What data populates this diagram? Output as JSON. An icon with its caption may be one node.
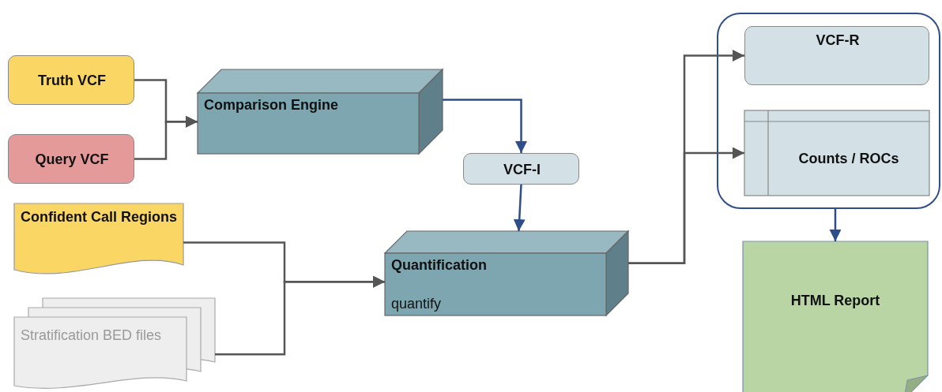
{
  "diagram": {
    "nodes": [
      {
        "text": [
          "Truth VCF"
        ]
      },
      {
        "text": [
          "Query VCF"
        ]
      },
      {
        "text": [
          "Comparison Engine"
        ]
      },
      {
        "text": [
          "VCF-I"
        ]
      },
      {
        "text": [
          "Confident Call Regions"
        ]
      },
      {
        "text": [
          "Stratification BED files"
        ]
      },
      {
        "text": [
          "Quantification",
          "quantify"
        ]
      },
      {
        "text": [],
        "shape": "box"
      },
      {
        "text": [
          "VCF-R"
        ],
        "in": 7
      },
      {
        "text": [
          "Counts / ROCs"
        ],
        "in": 7
      },
      {
        "text": [
          "HTML Report"
        ]
      }
    ],
    "edges": [
      {
        "from": 0,
        "to": 2,
        "arrow": "to"
      },
      {
        "from": 1,
        "to": 2,
        "arrow": "to"
      },
      {
        "from": 2,
        "to": 3,
        "arrow": "to",
        "color": "#2e4d8a"
      },
      {
        "from": 3,
        "to": 6,
        "arrow": "to",
        "color": "#2e4d8a"
      },
      {
        "from": 4,
        "to": 6,
        "arrow": "to"
      },
      {
        "from": 5,
        "to": 6,
        "arrow": "to"
      },
      {
        "from": 6,
        "to": 8,
        "arrow": "to"
      },
      {
        "from": 6,
        "to": 9,
        "arrow": "to"
      },
      {
        "from": 7,
        "to": 10,
        "arrow": "to",
        "color": "#2e4d8a"
      }
    ]
  }
}
